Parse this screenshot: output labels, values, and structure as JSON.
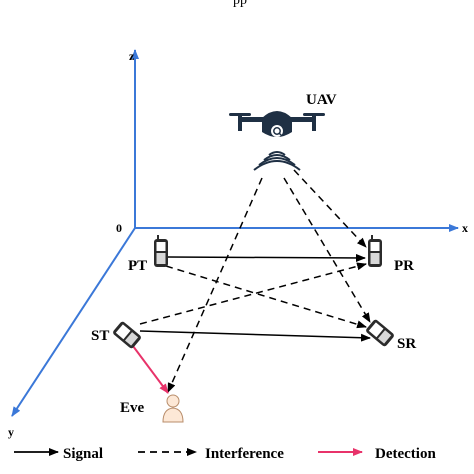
{
  "header_fragment": "pp",
  "axes": {
    "x": "x",
    "y": "y",
    "z": "z",
    "origin": "0"
  },
  "nodes": {
    "uav": "UAV",
    "pt": "PT",
    "pr": "PR",
    "st": "ST",
    "sr": "SR",
    "eve": "Eve"
  },
  "links": [
    {
      "from": "PT",
      "to": "PR",
      "kind": "Signal"
    },
    {
      "from": "ST",
      "to": "SR",
      "kind": "Signal"
    },
    {
      "from": "PT",
      "to": "SR",
      "kind": "Interference"
    },
    {
      "from": "ST",
      "to": "PR",
      "kind": "Interference"
    },
    {
      "from": "UAV",
      "to": "PR",
      "kind": "Interference"
    },
    {
      "from": "UAV",
      "to": "SR",
      "kind": "Interference"
    },
    {
      "from": "UAV",
      "to": "Eve",
      "kind": "Interference"
    },
    {
      "from": "ST",
      "to": "Eve",
      "kind": "Detection"
    }
  ],
  "legend": {
    "signal": "Signal",
    "interference": "Interference",
    "detection": "Detection"
  },
  "colors": {
    "axis": "#3b78d8",
    "signal": "#000000",
    "interference": "#000000",
    "detection": "#e8336a",
    "device": "#2b2b2b",
    "drone": "#1f3044"
  }
}
